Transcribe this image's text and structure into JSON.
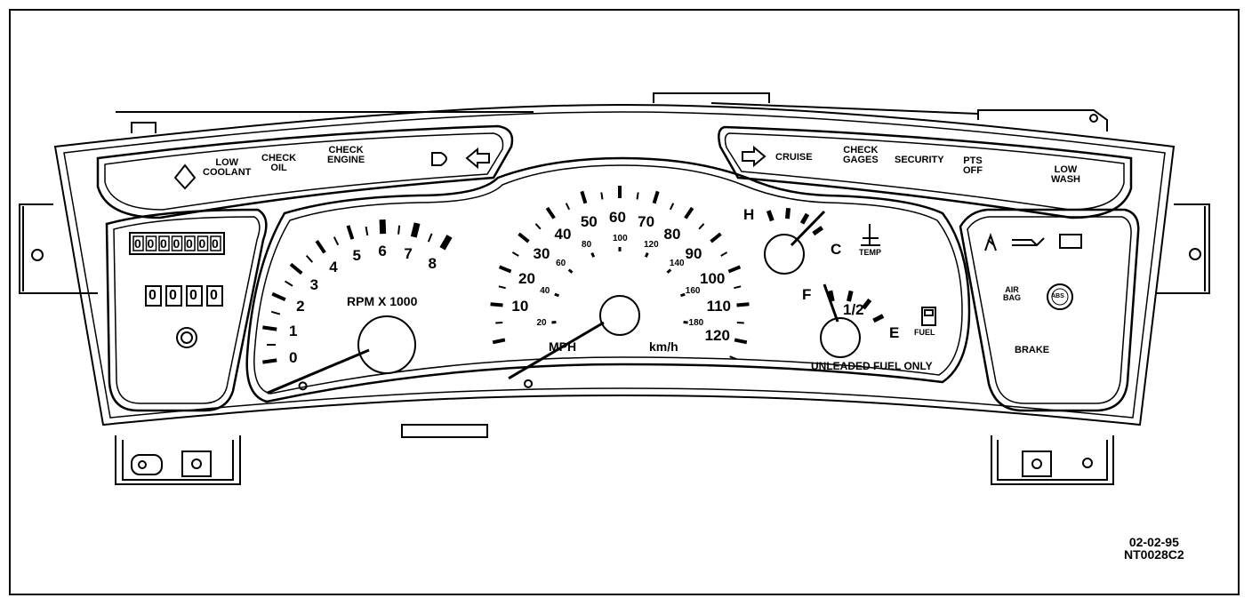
{
  "warnings_left": {
    "low_coolant": [
      "LOW",
      "COOLANT"
    ],
    "check_oil": [
      "CHECK",
      "OIL"
    ],
    "check_engine": [
      "CHECK",
      "ENGINE"
    ]
  },
  "warnings_right": {
    "cruise": "CRUISE",
    "check_gages": [
      "CHECK",
      "GAGES"
    ],
    "security": "SECURITY",
    "pts_off": [
      "PTS",
      "OFF"
    ],
    "low_wash": [
      "LOW",
      "WASH"
    ]
  },
  "tachometer": {
    "label": "RPM X 1000",
    "ticks": [
      "0",
      "1",
      "2",
      "3",
      "4",
      "5",
      "6",
      "7",
      "8"
    ],
    "value_rpm_x1000": 0
  },
  "speedometer": {
    "mph_label": "MPH",
    "kmh_label": "km/h",
    "mph_ticks": [
      "10",
      "20",
      "30",
      "40",
      "50",
      "60",
      "70",
      "80",
      "90",
      "100",
      "110",
      "120"
    ],
    "kmh_ticks": [
      "20",
      "40",
      "60",
      "80",
      "100",
      "120",
      "140",
      "160",
      "180"
    ],
    "value_mph": 0
  },
  "temp_gauge": {
    "hot": "H",
    "cold": "C",
    "label": "TEMP"
  },
  "fuel_gauge": {
    "full": "F",
    "half": "1/2",
    "empty": "E",
    "label": "FUEL",
    "note": "UNLEADED FUEL ONLY"
  },
  "odometer": {
    "digits": [
      "0",
      "0",
      "0",
      "0",
      "0",
      "0",
      "0"
    ],
    "trip_digits": [
      "0",
      "0",
      "0",
      "0"
    ]
  },
  "right_panel": {
    "air_bag": [
      "AIR",
      "BAG"
    ],
    "abs": "ABS",
    "brake": "BRAKE"
  },
  "reference": {
    "date": "02-02-95",
    "code": "NT0028C2"
  }
}
